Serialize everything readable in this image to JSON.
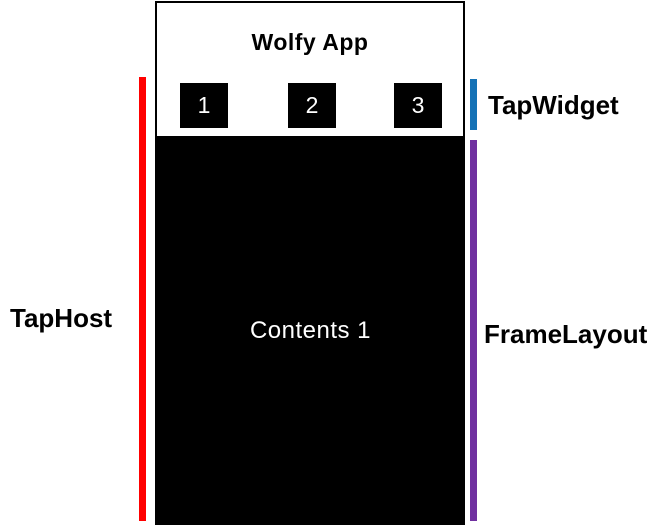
{
  "app_frame": {
    "title": "Wolfy App",
    "tabs": [
      {
        "label": "1"
      },
      {
        "label": "2"
      },
      {
        "label": "3"
      }
    ],
    "content": {
      "label": "Contents 1"
    }
  },
  "annotations": [
    {
      "id": "taphost",
      "label": "TapHost",
      "color": "#ff0000",
      "side": "left"
    },
    {
      "id": "tapwidget",
      "label": "TapWidget",
      "color": "#1572b6",
      "side": "right"
    },
    {
      "id": "framelayout",
      "label": "FrameLayout",
      "color": "#7030a0",
      "side": "right"
    }
  ]
}
